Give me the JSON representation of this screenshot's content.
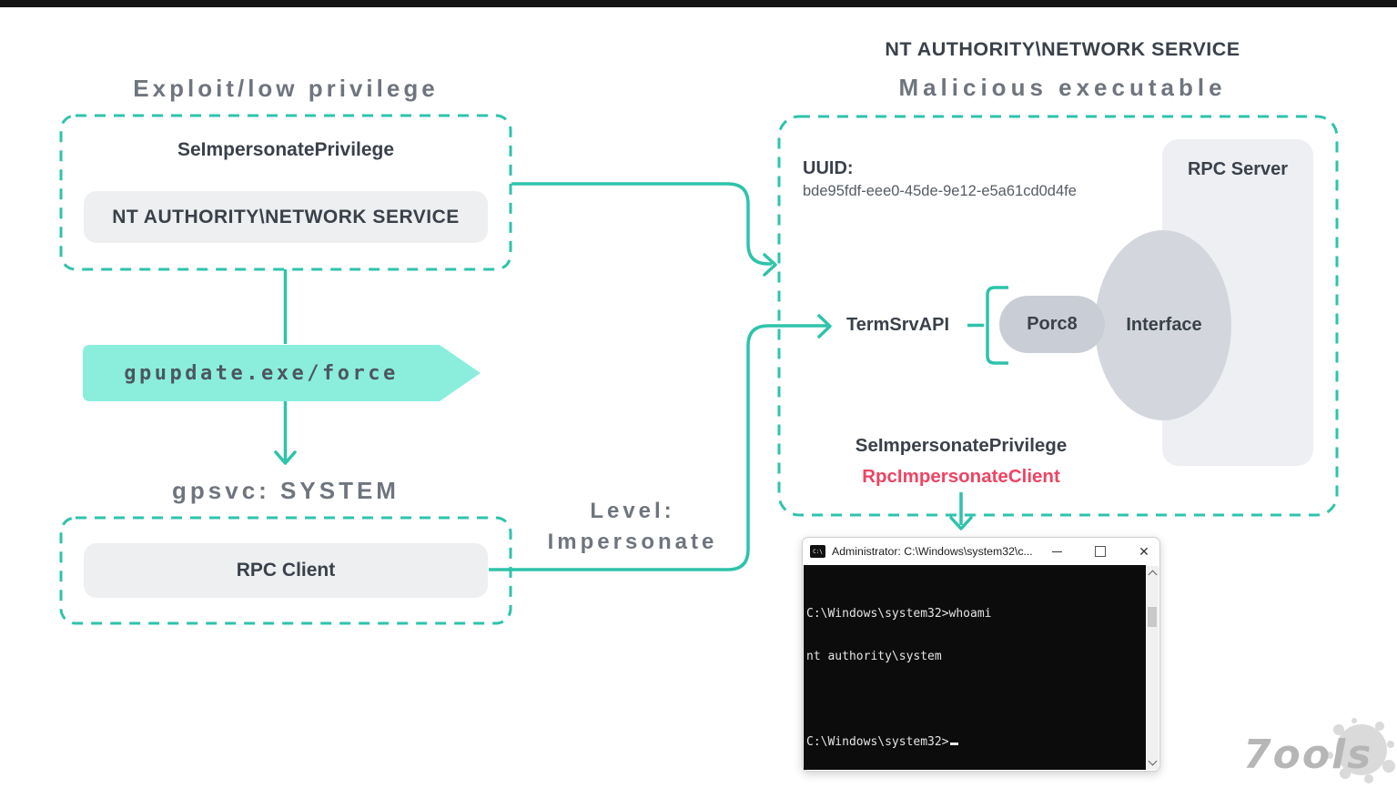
{
  "colors": {
    "accent": "#2ec3ab",
    "mint": "#8beedd",
    "red": "#ef4463"
  },
  "left": {
    "title": "Exploit/low privilege",
    "privilege_label": "SeImpersonatePrivilege",
    "account_pill": "NT AUTHORITY\\NETWORK SERVICE",
    "banner": "gpupdate.exe/force",
    "gpsvc_label": "gpsvc: SYSTEM",
    "rpc_client_pill": "RPC Client"
  },
  "middle": {
    "level_line1": "Level:",
    "level_line2": "Impersonate"
  },
  "right": {
    "title": "NT AUTHORITY\\NETWORK SERVICE",
    "subtitle": "Malicious executable",
    "uuid_label": "UUID:",
    "uuid_value": "bde95fdf-eee0-45de-9e12-e5a61cd0d4fe",
    "rpc_server_label": "RPC Server",
    "termsrv_label": "TermSrvAPI",
    "porc_pill": "Porc8",
    "interface_label": "Interface",
    "privilege_label": "SeImpersonatePrivilege",
    "impersonate_call": "RpcImpersonateClient"
  },
  "terminal": {
    "cmd_icon": "C:\\",
    "title": "Administrator: C:\\Windows\\system32\\c...",
    "close_glyph": "✕",
    "lines": [
      "C:\\Windows\\system32>whoami",
      "nt authority\\system",
      "",
      "C:\\Windows\\system32>"
    ]
  },
  "watermark": {
    "text": "7ools"
  }
}
